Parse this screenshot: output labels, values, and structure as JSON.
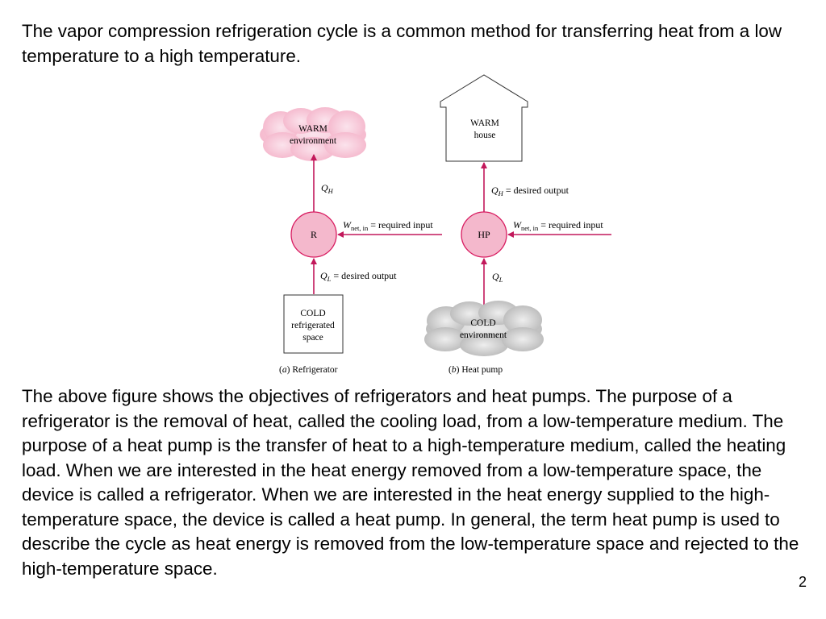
{
  "intro": "The vapor compression refrigeration cycle is a common method for transferring heat from a low temperature to a high temperature.",
  "figure": {
    "refrigerator": {
      "top_label_1": "WARM",
      "top_label_2": "environment",
      "device": "R",
      "qh_label": "Q",
      "qh_sub": "H",
      "win_symbol": "W",
      "win_sub": "net, in",
      "win_text": "= required input",
      "ql_symbol": "Q",
      "ql_sub": "L",
      "ql_text": "= desired output",
      "bottom_label_1": "COLD",
      "bottom_label_2": "refrigerated",
      "bottom_label_3": "space",
      "caption_letter": "a",
      "caption_text": "Refrigerator"
    },
    "heat_pump": {
      "top_label_1": "WARM",
      "top_label_2": "house",
      "device": "HP",
      "qh_symbol": "Q",
      "qh_sub": "H",
      "qh_text": "= desired output",
      "win_symbol": "W",
      "win_sub": "net, in",
      "win_text": "= required input",
      "ql_label": "Q",
      "ql_sub": "L",
      "bottom_label_1": "COLD",
      "bottom_label_2": "environment",
      "caption_letter": "b",
      "caption_text": "Heat pump"
    },
    "colors": {
      "device_fill": "#f4b8cc",
      "device_stroke": "#d81b60",
      "arrow": "#c2185b",
      "warm_cloud": "#f6c1d2",
      "cold_cloud": "#c9c9c9"
    }
  },
  "body_text": "The above figure shows the objectives of refrigerators and heat pumps.  The purpose of a refrigerator is the removal of heat, called the cooling load, from a low-temperature medium.  The purpose of a heat pump is the transfer of heat to a high-temperature medium, called the heating load. When we are interested in the heat energy removed from a low-temperature space, the device is called a refrigerator.  When we are interested in the heat energy supplied to the high-temperature space, the device is called a heat pump.  In general, the term heat pump is used to describe the cycle as heat energy is removed from the low-temperature space and rejected to the high-temperature space.",
  "page_number": "2"
}
